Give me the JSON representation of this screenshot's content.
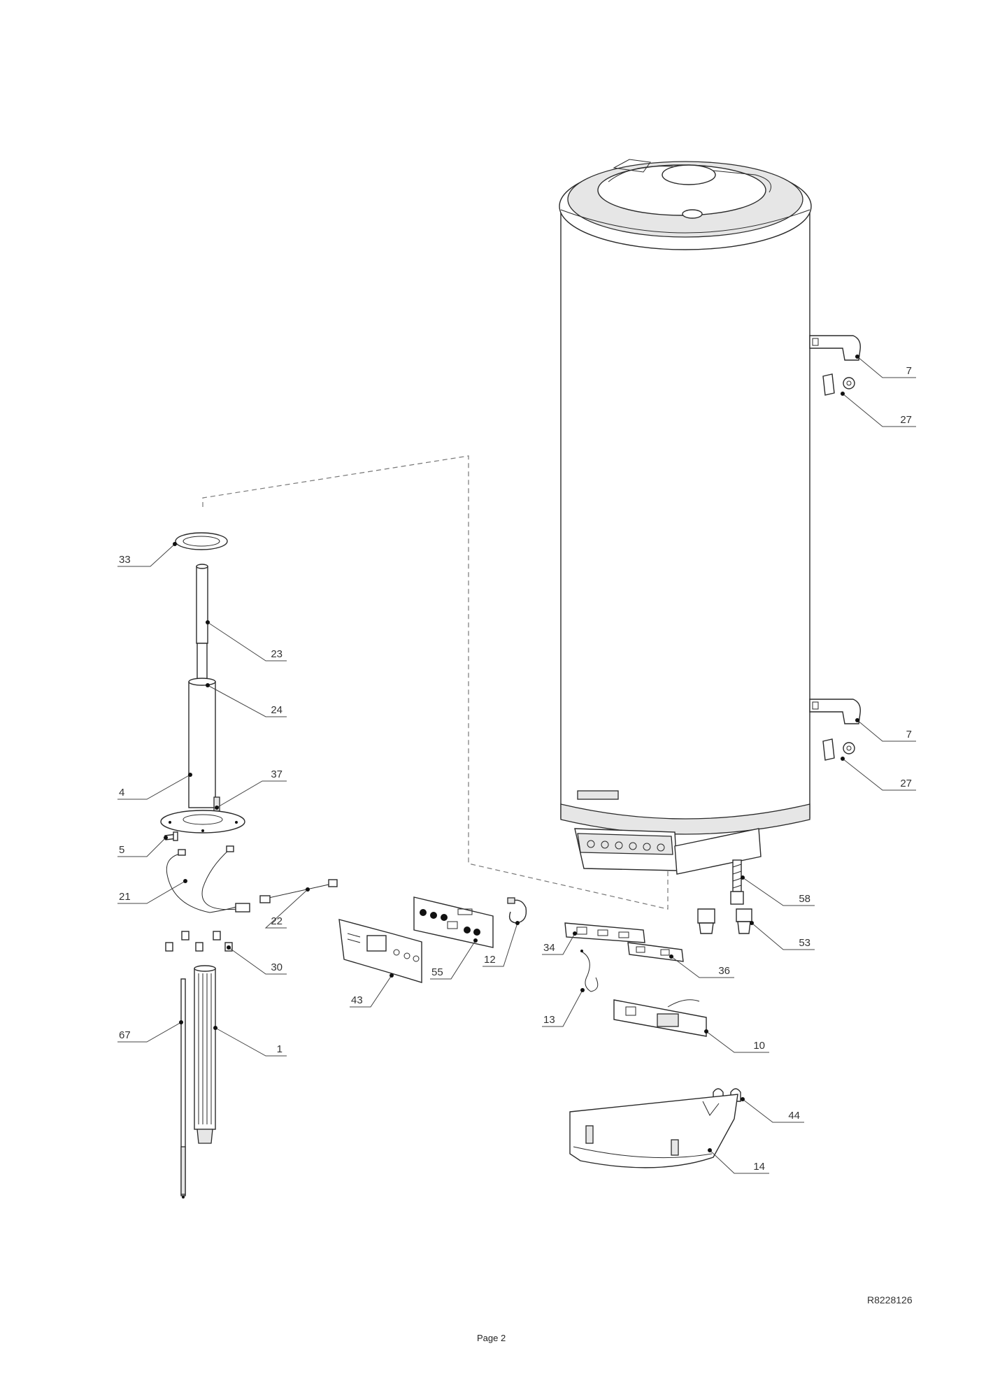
{
  "callouts": [
    {
      "id": "c-7a",
      "label": "7"
    },
    {
      "id": "c-27a",
      "label": "27"
    },
    {
      "id": "c-7b",
      "label": "7"
    },
    {
      "id": "c-27b",
      "label": "27"
    },
    {
      "id": "c-58",
      "label": "58"
    },
    {
      "id": "c-53",
      "label": "53"
    },
    {
      "id": "c-33",
      "label": "33"
    },
    {
      "id": "c-23",
      "label": "23"
    },
    {
      "id": "c-24",
      "label": "24"
    },
    {
      "id": "c-37",
      "label": "37"
    },
    {
      "id": "c-4",
      "label": "4"
    },
    {
      "id": "c-5",
      "label": "5"
    },
    {
      "id": "c-21",
      "label": "21"
    },
    {
      "id": "c-22",
      "label": "22"
    },
    {
      "id": "c-30",
      "label": "30"
    },
    {
      "id": "c-67",
      "label": "67"
    },
    {
      "id": "c-1",
      "label": "1"
    },
    {
      "id": "c-43",
      "label": "43"
    },
    {
      "id": "c-55",
      "label": "55"
    },
    {
      "id": "c-12",
      "label": "12"
    },
    {
      "id": "c-34",
      "label": "34"
    },
    {
      "id": "c-36",
      "label": "36"
    },
    {
      "id": "c-13",
      "label": "13"
    },
    {
      "id": "c-10",
      "label": "10"
    },
    {
      "id": "c-44",
      "label": "44"
    },
    {
      "id": "c-14",
      "label": "14"
    }
  ],
  "footer": {
    "reference": "R8228126",
    "page": "Page 2"
  }
}
